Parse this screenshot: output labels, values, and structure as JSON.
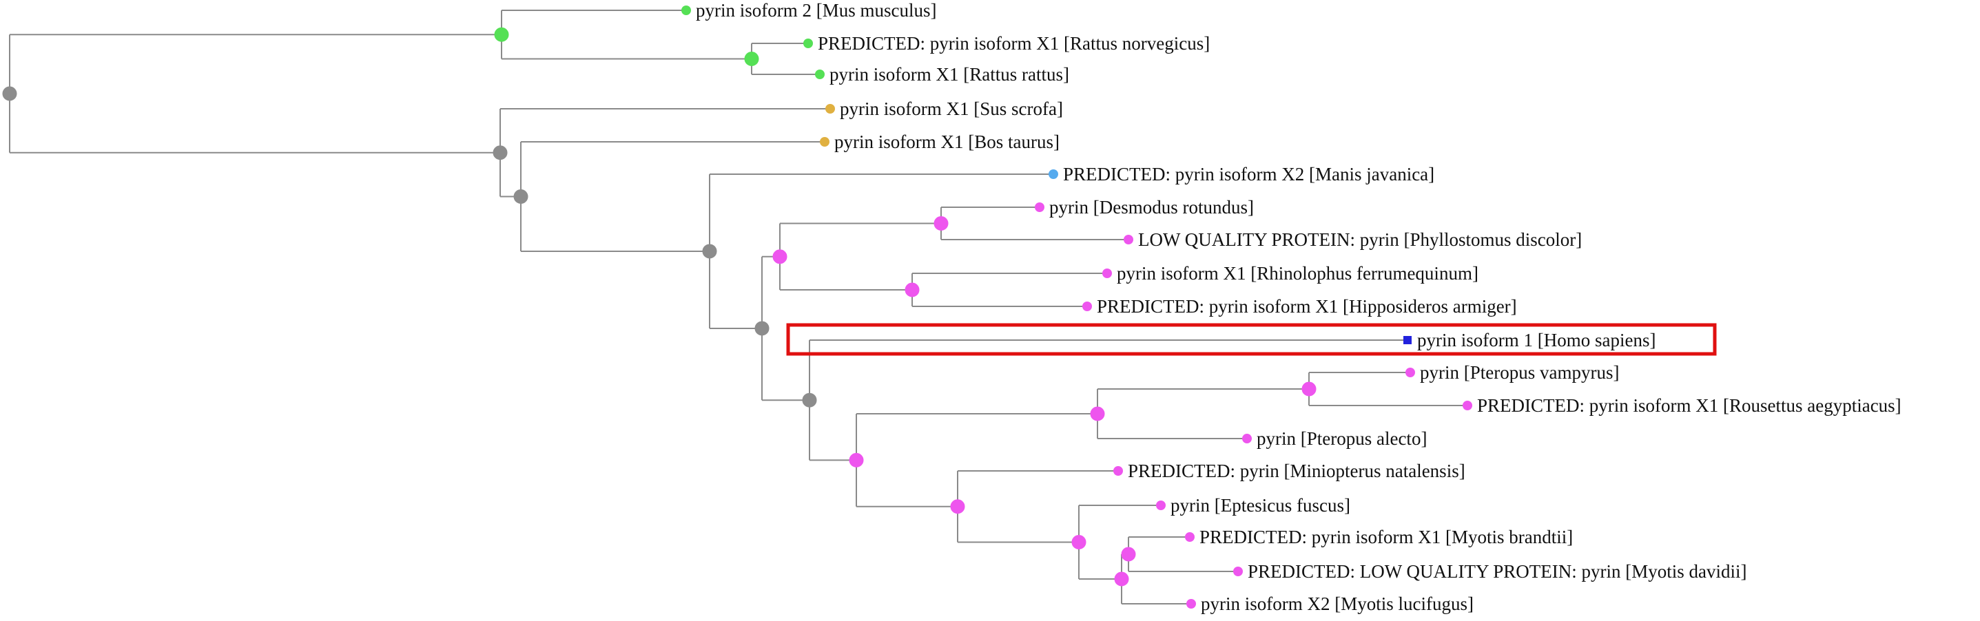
{
  "colors": {
    "branch": "#8a8a8a",
    "highlight": "#e01010",
    "rodent_green": "#55e055",
    "ungulate_gold": "#e0b040",
    "pangolin_blue": "#55aaee",
    "bat_magenta": "#ee55ee",
    "human_blue": "#2222dd",
    "internal_gray": "#8c8c8c"
  },
  "leaves": [
    {
      "id": "L0",
      "label": "pyrin isoform 2 [Mus musculus]",
      "color": "rodent_green",
      "marker": "circle"
    },
    {
      "id": "L1",
      "label": "PREDICTED: pyrin isoform X1 [Rattus norvegicus]",
      "color": "rodent_green",
      "marker": "circle"
    },
    {
      "id": "L2",
      "label": "pyrin isoform X1 [Rattus rattus]",
      "color": "rodent_green",
      "marker": "circle"
    },
    {
      "id": "L3",
      "label": "pyrin isoform X1 [Sus scrofa]",
      "color": "ungulate_gold",
      "marker": "circle"
    },
    {
      "id": "L4",
      "label": "pyrin isoform X1 [Bos taurus]",
      "color": "ungulate_gold",
      "marker": "circle"
    },
    {
      "id": "L5",
      "label": "PREDICTED: pyrin isoform X2 [Manis javanica]",
      "color": "pangolin_blue",
      "marker": "circle"
    },
    {
      "id": "L6",
      "label": "pyrin [Desmodus rotundus]",
      "color": "bat_magenta",
      "marker": "circle"
    },
    {
      "id": "L7",
      "label": "LOW QUALITY PROTEIN: pyrin [Phyllostomus discolor]",
      "color": "bat_magenta",
      "marker": "circle"
    },
    {
      "id": "L8",
      "label": "pyrin isoform X1 [Rhinolophus ferrumequinum]",
      "color": "bat_magenta",
      "marker": "circle"
    },
    {
      "id": "L9",
      "label": "PREDICTED: pyrin isoform X1 [Hipposideros armiger]",
      "color": "bat_magenta",
      "marker": "circle"
    },
    {
      "id": "L10",
      "label": "pyrin isoform 1 [Homo sapiens]",
      "color": "human_blue",
      "marker": "square",
      "highlighted": true
    },
    {
      "id": "L11",
      "label": "pyrin [Pteropus vampyrus]",
      "color": "bat_magenta",
      "marker": "circle"
    },
    {
      "id": "L12",
      "label": "PREDICTED: pyrin isoform X1 [Rousettus aegyptiacus]",
      "color": "bat_magenta",
      "marker": "circle"
    },
    {
      "id": "L13",
      "label": "pyrin [Pteropus alecto]",
      "color": "bat_magenta",
      "marker": "circle"
    },
    {
      "id": "L14",
      "label": "PREDICTED: pyrin [Miniopterus natalensis]",
      "color": "bat_magenta",
      "marker": "circle"
    },
    {
      "id": "L15",
      "label": "pyrin [Eptesicus fuscus]",
      "color": "bat_magenta",
      "marker": "circle"
    },
    {
      "id": "L16",
      "label": "PREDICTED: pyrin isoform X1 [Myotis brandtii]",
      "color": "bat_magenta",
      "marker": "circle"
    },
    {
      "id": "L17",
      "label": "PREDICTED: LOW QUALITY PROTEIN: pyrin [Myotis davidii]",
      "color": "bat_magenta",
      "marker": "circle"
    },
    {
      "id": "L18",
      "label": "pyrin isoform X2 [Myotis lucifugus]",
      "color": "bat_magenta",
      "marker": "circle"
    }
  ],
  "nodes": [
    {
      "id": "N_root",
      "color": "internal_gray",
      "children": [
        "N_rod",
        "N_rest"
      ]
    },
    {
      "id": "N_rod",
      "color": "rodent_green",
      "children": [
        "L0",
        "N_rat"
      ]
    },
    {
      "id": "N_rat",
      "color": "rodent_green",
      "children": [
        "L1",
        "L2"
      ]
    },
    {
      "id": "N_rest",
      "color": "internal_gray",
      "children": [
        "L3",
        "N_a"
      ]
    },
    {
      "id": "N_a",
      "color": "internal_gray",
      "children": [
        "L4",
        "N_b"
      ]
    },
    {
      "id": "N_b",
      "color": "internal_gray",
      "children": [
        "L5",
        "N_c"
      ]
    },
    {
      "id": "N_c",
      "color": "internal_gray",
      "children": [
        "N_d",
        "N_e"
      ]
    },
    {
      "id": "N_d",
      "color": "bat_magenta",
      "children": [
        "N_d1",
        "N_d2"
      ]
    },
    {
      "id": "N_d1",
      "color": "bat_magenta",
      "children": [
        "L6",
        "L7"
      ]
    },
    {
      "id": "N_d2",
      "color": "bat_magenta",
      "children": [
        "L8",
        "L9"
      ]
    },
    {
      "id": "N_e",
      "color": "internal_gray",
      "children": [
        "L10",
        "N_f"
      ]
    },
    {
      "id": "N_f",
      "color": "bat_magenta",
      "children": [
        "N_g",
        "N_h"
      ]
    },
    {
      "id": "N_g",
      "color": "bat_magenta",
      "children": [
        "N_g1",
        "L13"
      ]
    },
    {
      "id": "N_g1",
      "color": "bat_magenta",
      "children": [
        "L11",
        "L12"
      ]
    },
    {
      "id": "N_h",
      "color": "bat_magenta",
      "children": [
        "L14",
        "N_i"
      ]
    },
    {
      "id": "N_i",
      "color": "bat_magenta",
      "children": [
        "L15",
        "N_j"
      ]
    },
    {
      "id": "N_j",
      "color": "bat_magenta",
      "children": [
        "N_k",
        "L18"
      ]
    },
    {
      "id": "N_k",
      "color": "bat_magenta",
      "children": [
        "L16",
        "L17"
      ]
    }
  ]
}
